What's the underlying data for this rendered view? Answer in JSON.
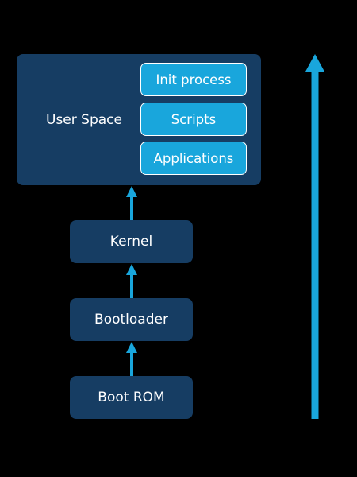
{
  "user_space": {
    "label": "User Space",
    "items": [
      "Init process",
      "Scripts",
      "Applications"
    ]
  },
  "stages": {
    "kernel": "Kernel",
    "bootloader": "Bootloader",
    "boot_rom": "Boot ROM"
  },
  "side_label": "",
  "colors": {
    "background": "#000000",
    "box": "#163d63",
    "accent": "#19a6dc",
    "text": "#ffffff"
  }
}
